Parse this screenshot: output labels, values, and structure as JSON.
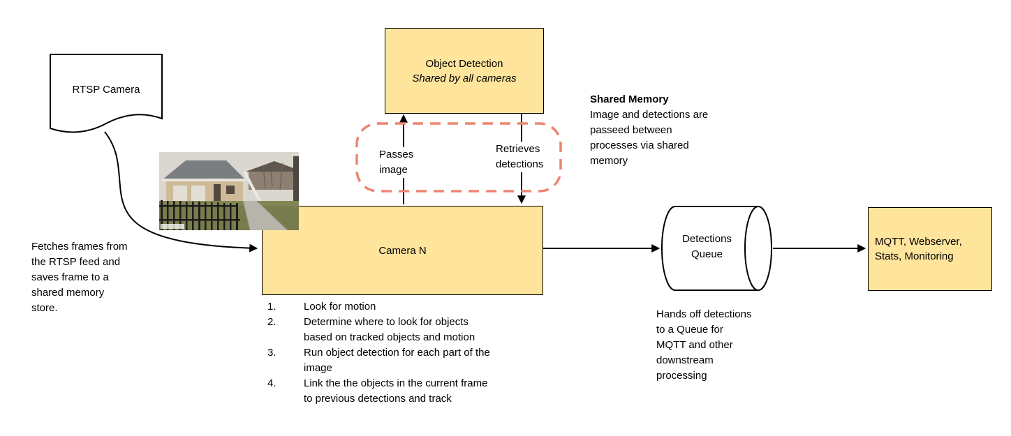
{
  "colors": {
    "node_fill": "#ffe49c",
    "shared_memory_dash": "#ed8570",
    "arrow": "#000000"
  },
  "diagram": {
    "rtsp": {
      "label": "RTSP Camera"
    },
    "fetch_note": "Fetches frames from\nthe RTSP feed and\nsaves frame to a\nshared memory\nstore.",
    "object_detection": {
      "title": "Object Detection",
      "subtitle": "Shared by all cameras"
    },
    "shared_memory": {
      "title": "Shared Memory",
      "body": "Image and detections are\npasseed between\nprocesses via shared\nmemory"
    },
    "passes_image": "Passes\nimage",
    "retrieves_detections": "Retrieves\ndetections",
    "camera_n": {
      "label": "Camera N"
    },
    "steps": [
      {
        "num": "1.",
        "text": "Look for motion"
      },
      {
        "num": "2.",
        "text": "Determine where to look for objects\nbased on tracked objects and motion"
      },
      {
        "num": "3.",
        "text": "Run object detection for each part of the\nimage"
      },
      {
        "num": "4.",
        "text": "Link the the objects in the current frame\nto previous detections and track"
      }
    ],
    "detections_queue": {
      "label": "Detections\nQueue"
    },
    "queue_note": "Hands off detections\nto a Queue for\nMQTT and other\ndownstream\nprocessing",
    "mqtt": {
      "label": "MQTT, Webserver,\nStats, Monitoring"
    }
  }
}
